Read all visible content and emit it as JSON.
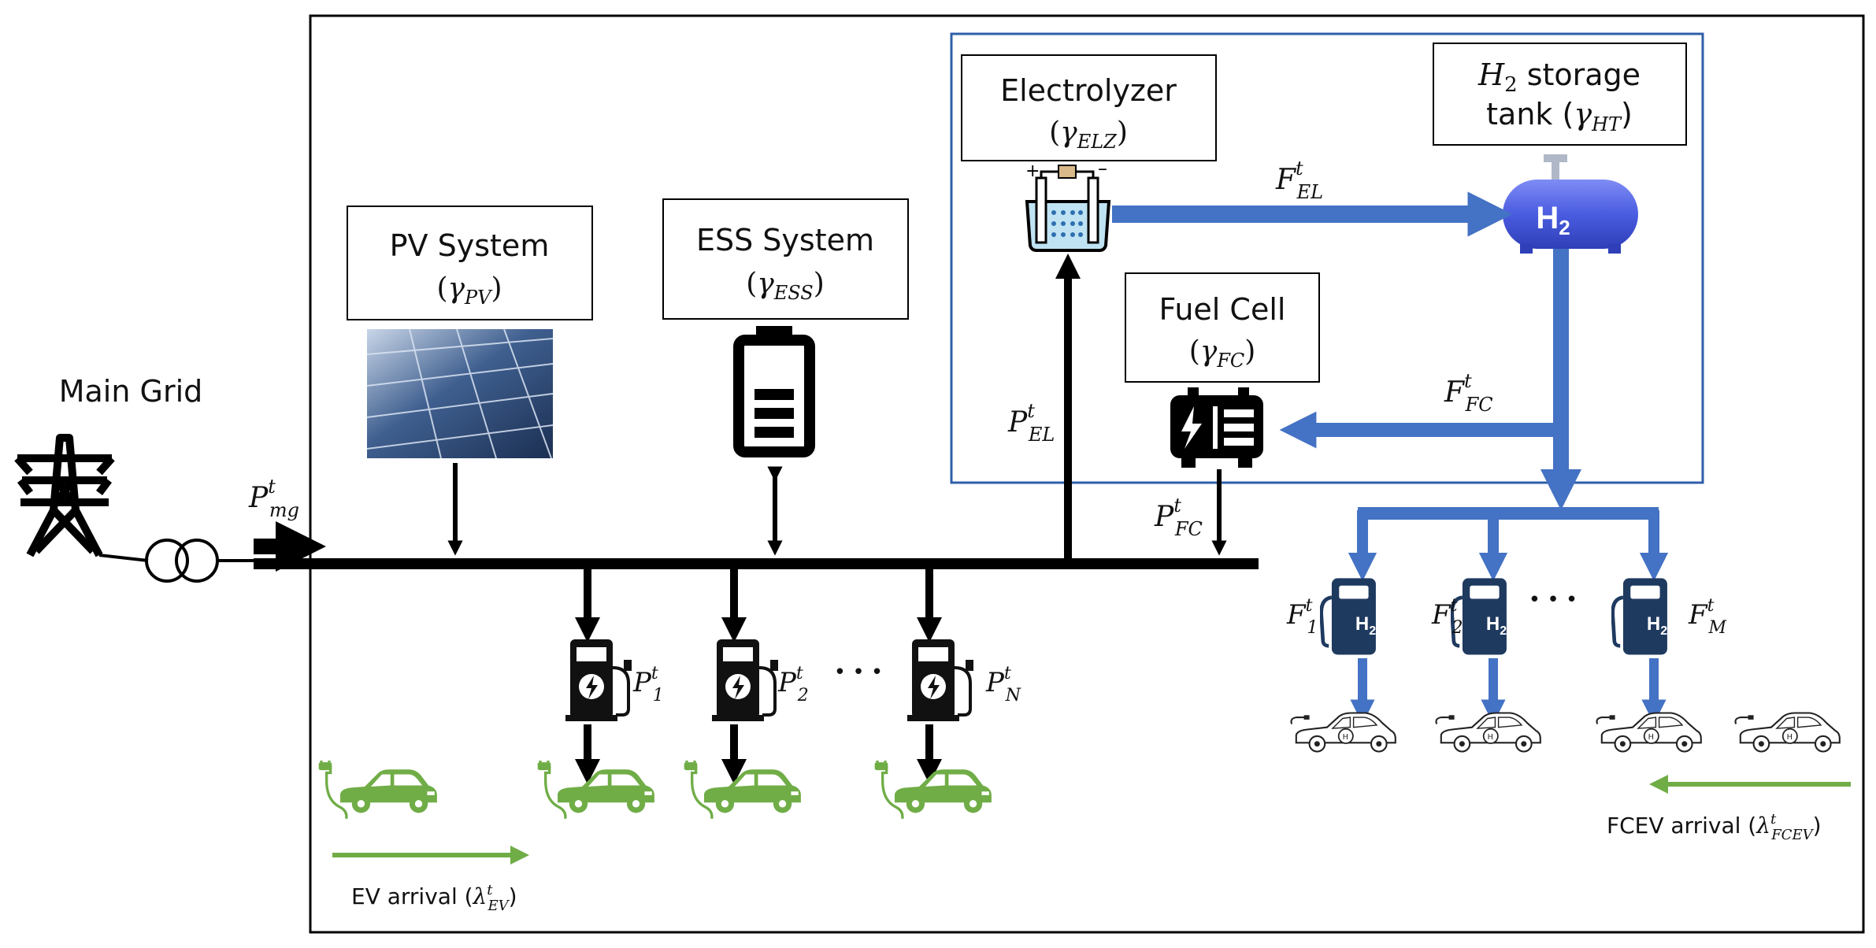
{
  "colors": {
    "bus": "#000000",
    "hydrogen_flow": "#4472c4",
    "hydrogen_flow_dark": "#3a62ad",
    "ev_green": "#70ad47",
    "fcev_station": "#1f3a5f",
    "frame": "#000000",
    "h2_frame": "#2e5fa8",
    "h2_tank": "#4a5ce0"
  },
  "main_grid": {
    "label": "Main Grid",
    "icon": "power-tower-icon"
  },
  "transformer": {
    "icon": "transformer-icon"
  },
  "grid_flow": {
    "symbol": "P",
    "sup": "t",
    "sub": "mg"
  },
  "pv": {
    "name": "PV System",
    "param_sym": "γ",
    "param_sub": "PV",
    "icon": "solar-panel-icon"
  },
  "ess": {
    "name": "ESS System",
    "param_sym": "γ",
    "param_sub": "ESS",
    "icon": "battery-icon"
  },
  "electrolyzer": {
    "name": "Electrolyzer",
    "param_sym": "γ",
    "param_sub": "ELZ",
    "icon": "electrolyzer-icon"
  },
  "h2_tank": {
    "name_sym": "H",
    "name_sub": "2",
    "name_rest": " storage",
    "line2": "tank (",
    "param_sym": "γ",
    "param_sub": "HT",
    "close": ")",
    "icon_label": "H",
    "icon_label_sub": "2"
  },
  "fuel_cell": {
    "name": "Fuel Cell",
    "param_sym": "γ",
    "param_sub": "FC",
    "icon": "fuel-cell-icon"
  },
  "flows": {
    "f_el": {
      "symbol": "F",
      "sup": "t",
      "sub": "EL"
    },
    "f_fc": {
      "symbol": "F",
      "sup": "t",
      "sub": "FC"
    },
    "p_el": {
      "symbol": "P",
      "sup": "t",
      "sub": "EL"
    },
    "p_fc": {
      "symbol": "P",
      "sup": "t",
      "sub": "FC"
    }
  },
  "ev_chargers": [
    {
      "symbol": "P",
      "sup": "t",
      "sub": "1"
    },
    {
      "symbol": "P",
      "sup": "t",
      "sub": "2"
    },
    {
      "symbol": "P",
      "sup": "t",
      "sub": "N"
    }
  ],
  "h2_dispensers": [
    {
      "symbol": "F",
      "sup": "t",
      "sub": "1",
      "label": "H",
      "label_sub": "2"
    },
    {
      "symbol": "F",
      "sup": "t",
      "sub": "2",
      "label": "H",
      "label_sub": "2"
    },
    {
      "symbol": "F",
      "sup": "t",
      "sub": "M",
      "label": "H",
      "label_sub": "2"
    }
  ],
  "ellipsis": "• • •",
  "ev_arrival": {
    "text": "EV arrival (",
    "sym": "λ",
    "sup": "t",
    "sub": "EV",
    "close": ")"
  },
  "fcev_arrival": {
    "text": "FCEV arrival (",
    "sym": "λ",
    "sup": "t",
    "sub": "FCEV",
    "close": ")"
  }
}
